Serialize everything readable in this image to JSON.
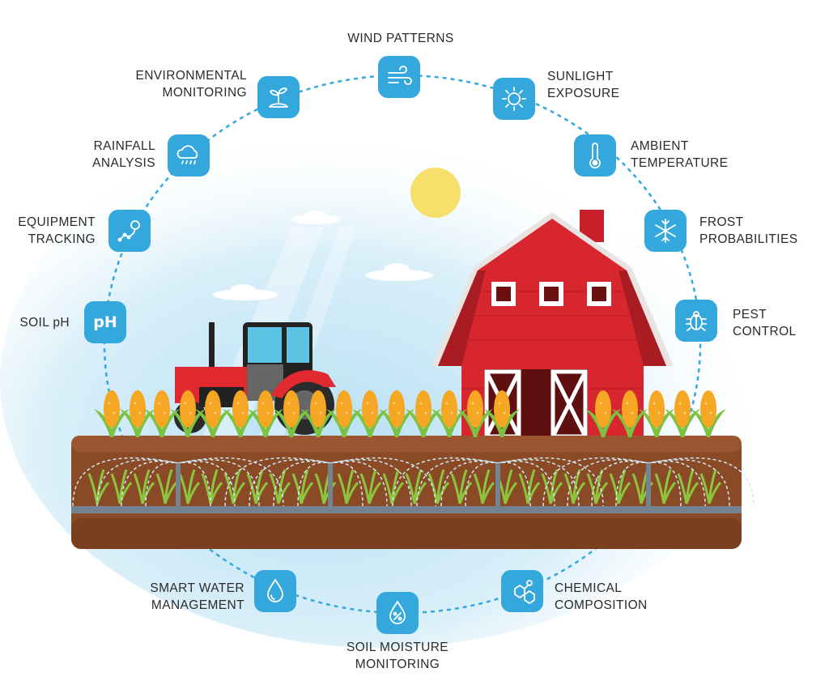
{
  "colors": {
    "icon_bg": "#34a8dc",
    "barn": "#d8262e",
    "soil": "#8b4a26",
    "sun": "#f6df6b",
    "corn": "#f5a623"
  },
  "factors": [
    {
      "id": "wind",
      "icon": "wind-icon",
      "lines": [
        "WIND PATTERNS"
      ]
    },
    {
      "id": "sunlight",
      "icon": "sun-icon",
      "lines": [
        "SUNLIGHT",
        "EXPOSURE"
      ]
    },
    {
      "id": "temperature",
      "icon": "thermometer-icon",
      "lines": [
        "AMBIENT",
        "TEMPERATURE"
      ]
    },
    {
      "id": "frost",
      "icon": "snowflake-icon",
      "lines": [
        "FROST",
        "PROBABILITIES"
      ]
    },
    {
      "id": "pest",
      "icon": "bug-icon",
      "lines": [
        "PEST",
        "CONTROL"
      ]
    },
    {
      "id": "chemical",
      "icon": "molecule-icon",
      "lines": [
        "CHEMICAL",
        "COMPOSITION"
      ]
    },
    {
      "id": "soil-moisture",
      "icon": "percent-drop-icon",
      "lines": [
        "SOIL MOISTURE",
        "MONITORING"
      ]
    },
    {
      "id": "water",
      "icon": "water-drop-icon",
      "lines": [
        "SMART WATER",
        "MANAGEMENT"
      ]
    },
    {
      "id": "ph",
      "icon": "ph-icon",
      "icon_text": "pH",
      "lines": [
        "SOIL pH"
      ]
    },
    {
      "id": "equipment",
      "icon": "location-route-icon",
      "lines": [
        "EQUIPMENT",
        "TRACKING"
      ]
    },
    {
      "id": "rainfall",
      "icon": "rain-cloud-icon",
      "lines": [
        "RAINFALL",
        "ANALYSIS"
      ]
    },
    {
      "id": "environmental",
      "icon": "plant-icon",
      "lines": [
        "ENVIRONMENTAL",
        "MONITORING"
      ]
    }
  ]
}
